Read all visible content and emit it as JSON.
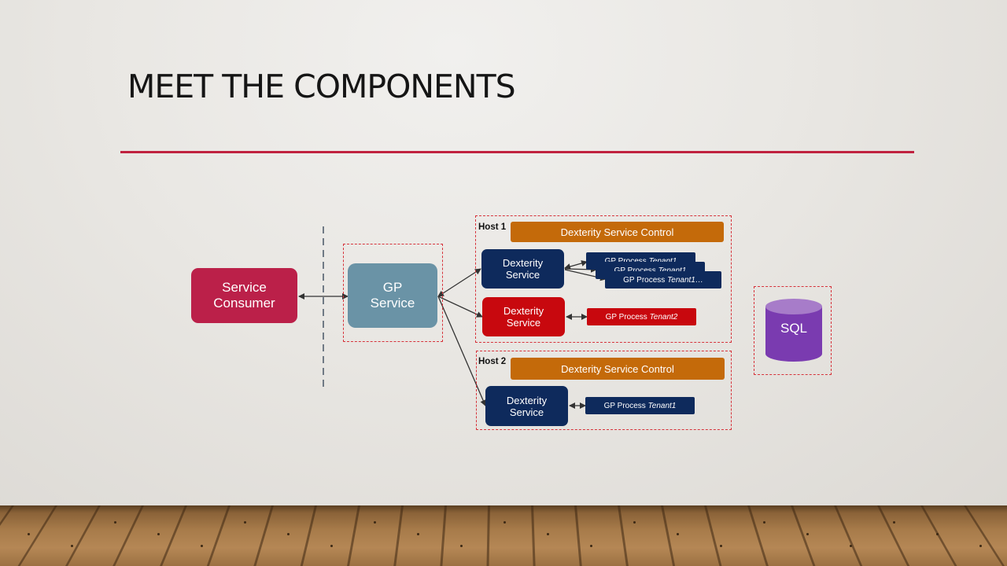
{
  "slide": {
    "title": "MEET THE COMPONENTS"
  },
  "diagram": {
    "service_consumer": {
      "line1": "Service",
      "line2": "Consumer"
    },
    "gp_service": {
      "line1": "GP",
      "line2": "Service"
    },
    "host1": {
      "label": "Host 1",
      "control": "Dexterity Service Control",
      "dex_service_1": {
        "line1": "Dexterity",
        "line2": "Service"
      },
      "processes_1": [
        {
          "prefix": "GP Process ",
          "tenant": "Tenant1"
        },
        {
          "prefix": "GP Process ",
          "tenant": "Tenant1"
        },
        {
          "prefix": "GP Process ",
          "tenant": "Tenant1…"
        }
      ],
      "dex_service_2": {
        "line1": "Dexterity",
        "line2": "Service"
      },
      "process_2": {
        "prefix": "GP Process ",
        "tenant": "Tenant2"
      }
    },
    "host2": {
      "label": "Host 2",
      "control": "Dexterity Service Control",
      "dex_service": {
        "line1": "Dexterity",
        "line2": "Service"
      },
      "process": {
        "prefix": "GP Process ",
        "tenant": "Tenant1"
      }
    },
    "sql": {
      "label": "SQL"
    },
    "colors": {
      "consumer": "#bb2049",
      "gp_service": "#6a93a6",
      "control": "#c46a0a",
      "dex_navy": "#0e2a5c",
      "dex_red": "#c8080e",
      "sql": "#7a3bb0",
      "accent_rule": "#c0223f"
    }
  }
}
